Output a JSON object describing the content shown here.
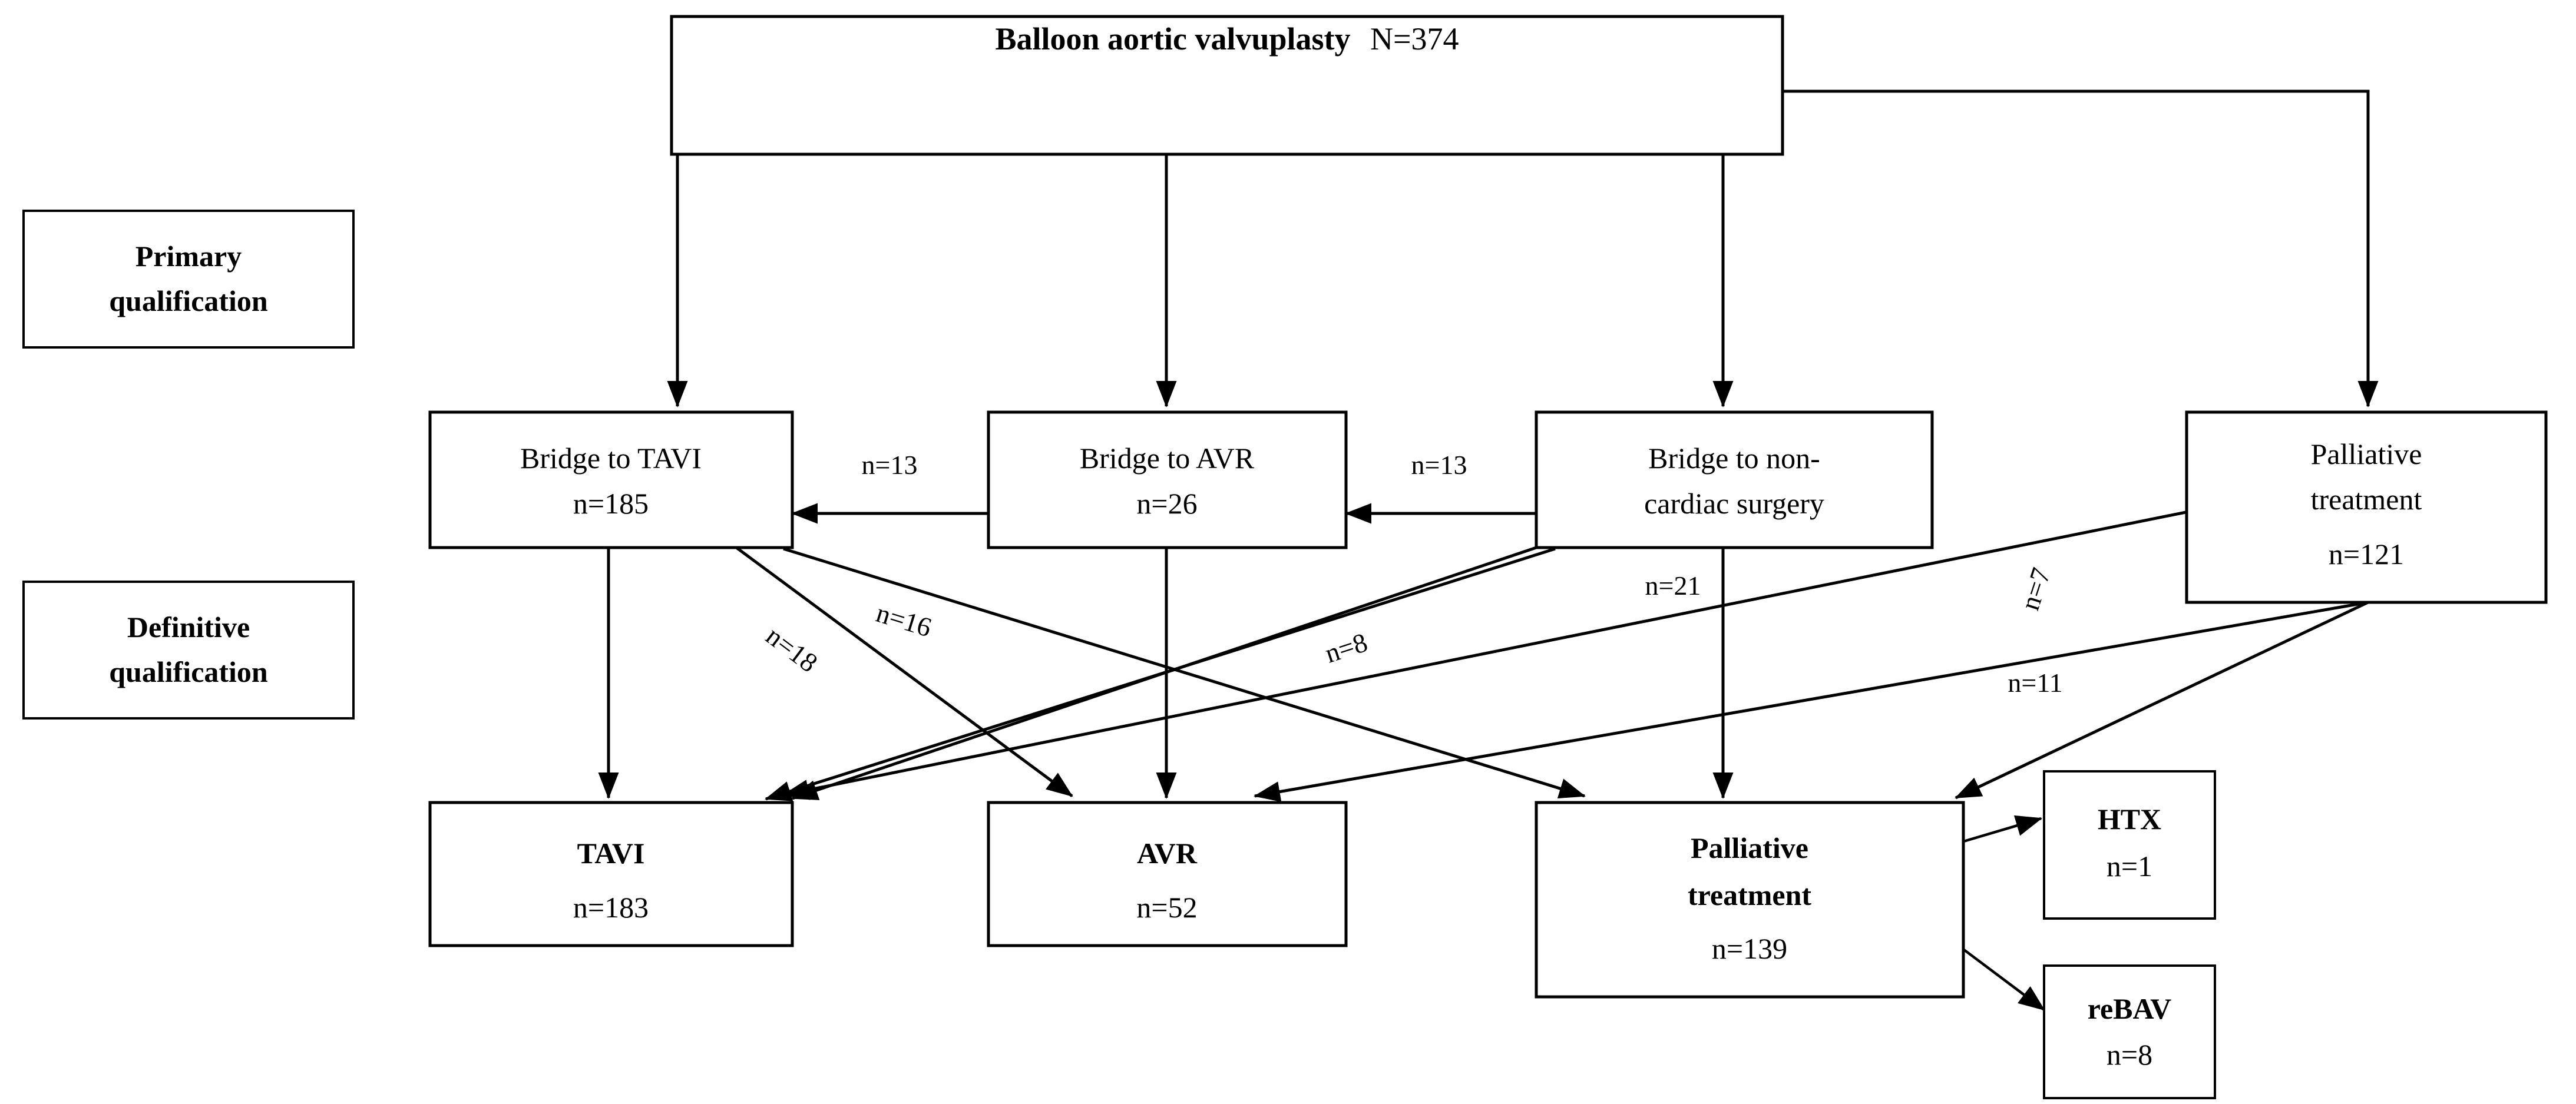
{
  "diagram": {
    "title_bold": "Balloon aortic valvuplasty",
    "title_count": "N=374",
    "background": "#ffffff",
    "line_color": "#000000"
  },
  "stage_labels": [
    {
      "line1": "Primary",
      "line2": "qualification"
    },
    {
      "line1": "Definitive",
      "line2": "qualification"
    }
  ],
  "nodes": {
    "root": {
      "label_bold": "Balloon aortic valvuplasty",
      "label_count": "N=374"
    },
    "bridge_tavi": {
      "line1": "Bridge to TAVI",
      "count": "n=185"
    },
    "bridge_avr": {
      "line1": "Bridge to AVR",
      "count": "n=26"
    },
    "bridge_noncardiac": {
      "line1": "Bridge to non-",
      "line2": "cardiac surgery",
      "count": ""
    },
    "palliative_primary": {
      "line1": "Palliative",
      "line2": "treatment",
      "count": "n=121"
    },
    "tavi": {
      "line1": "TAVI",
      "count": "n=183"
    },
    "avr": {
      "line1": "AVR",
      "count": "n=52"
    },
    "palliative_final": {
      "line1": "Palliative",
      "line2": "treatment",
      "count": "n=139"
    },
    "htx": {
      "line1": "HTX",
      "count": "n=1"
    },
    "rebav": {
      "line1": "reBAV",
      "count": "n=8"
    }
  },
  "edge_labels": {
    "avr_to_bridge_tavi": "n=13",
    "noncardiac_to_bridge_avr": "n=13",
    "bridge_tavi_to_avr": "n=18",
    "bridge_tavi_to_palliative": "n=16",
    "bridge_avr_to_tavi": "n=8",
    "noncardiac_to_palliative": "n=21",
    "palliative_to_tavi": "n=7",
    "palliative_to_avr": "n=11"
  },
  "chart_data": {
    "type": "diagram",
    "title": "Balloon aortic valvuplasty N=374",
    "stages": [
      "Primary qualification",
      "Definitive qualification"
    ],
    "primary_qualification": [
      {
        "name": "Bridge to TAVI",
        "n": 185
      },
      {
        "name": "Bridge to AVR",
        "n": 26
      },
      {
        "name": "Bridge to non-cardiac surgery",
        "n": null
      },
      {
        "name": "Palliative treatment",
        "n": 121
      }
    ],
    "definitive_qualification": [
      {
        "name": "TAVI",
        "n": 183
      },
      {
        "name": "AVR",
        "n": 52
      },
      {
        "name": "Palliative treatment",
        "n": 139
      },
      {
        "name": "HTX",
        "n": 1
      },
      {
        "name": "reBAV",
        "n": 8
      }
    ],
    "flows": [
      {
        "from": "Balloon aortic valvuplasty",
        "to": "Bridge to TAVI",
        "n": null
      },
      {
        "from": "Balloon aortic valvuplasty",
        "to": "Bridge to AVR",
        "n": null
      },
      {
        "from": "Balloon aortic valvuplasty",
        "to": "Bridge to non-cardiac surgery",
        "n": null
      },
      {
        "from": "Balloon aortic valvuplasty",
        "to": "Palliative treatment (primary)",
        "n": null
      },
      {
        "from": "Bridge to AVR",
        "to": "Bridge to TAVI",
        "n": 13
      },
      {
        "from": "Bridge to non-cardiac surgery",
        "to": "Bridge to AVR",
        "n": 13
      },
      {
        "from": "Bridge to TAVI",
        "to": "TAVI",
        "n": null
      },
      {
        "from": "Bridge to TAVI",
        "to": "AVR",
        "n": 18
      },
      {
        "from": "Bridge to TAVI",
        "to": "Palliative treatment (final)",
        "n": 16
      },
      {
        "from": "Bridge to AVR",
        "to": "AVR",
        "n": null
      },
      {
        "from": "Bridge to AVR",
        "to": "TAVI",
        "n": 8
      },
      {
        "from": "Bridge to non-cardiac surgery",
        "to": "Palliative treatment (final)",
        "n": 21
      },
      {
        "from": "Bridge to non-cardiac surgery",
        "to": "TAVI",
        "n": null
      },
      {
        "from": "Palliative treatment (primary)",
        "to": "Palliative treatment (final)",
        "n": null
      },
      {
        "from": "Palliative treatment (primary)",
        "to": "TAVI",
        "n": 7
      },
      {
        "from": "Palliative treatment (primary)",
        "to": "AVR",
        "n": 11
      },
      {
        "from": "Palliative treatment (final)",
        "to": "HTX",
        "n": 1
      },
      {
        "from": "Palliative treatment (final)",
        "to": "reBAV",
        "n": 8
      }
    ]
  }
}
